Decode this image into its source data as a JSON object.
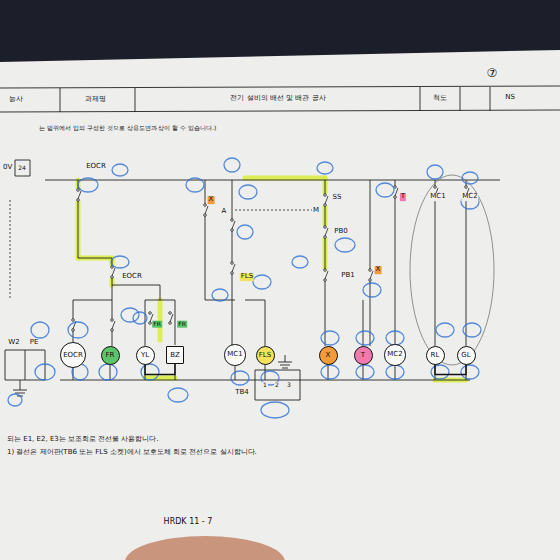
{
  "diagram": {
    "nodes": [
      {
        "text": [
          "EOCR"
        ]
      },
      {
        "text": [
          "FR"
        ]
      },
      {
        "text": [
          "YL"
        ]
      },
      {
        "text": [
          "BZ"
        ]
      },
      {
        "text": [
          "MC1"
        ]
      },
      {
        "text": [
          "FLS"
        ]
      },
      {
        "text": [
          "X"
        ]
      },
      {
        "text": [
          "T"
        ]
      },
      {
        "text": [
          "MC2"
        ]
      },
      {
        "text": [
          "RL"
        ]
      },
      {
        "text": [
          "GL"
        ]
      }
    ],
    "edges": [
      {
        "from": 2,
        "to": 3,
        "arrow": "none"
      },
      {
        "from": 9,
        "to": 10,
        "arrow": "none"
      }
    ],
    "labels": [
      "⑦",
      "능사",
      "과제명",
      "전기 설비의 배선 및 배관 공사",
      "척도",
      "NS",
      "는 범위에서 임의 구성한 것으로 상용도면과 상이 할 수 있습니다.)",
      "0V",
      "24",
      "EOCR",
      "EOCR",
      "FR",
      "FR",
      "X",
      "A",
      "FLS",
      "SS",
      "M",
      "PB0",
      "PB1",
      "X",
      "T",
      "MC1",
      "MC2",
      "W2",
      "PE",
      "TB4",
      "1",
      "2",
      "3",
      "되는 E1, E2, E3는 보조회로 전선을 사용합니다.",
      "1) 결선은 제어판(TB6 또는 FLS 소켓)에서 보호도체 회로 전선으로 실시합니다.",
      "HRDK 11 - 7"
    ]
  }
}
